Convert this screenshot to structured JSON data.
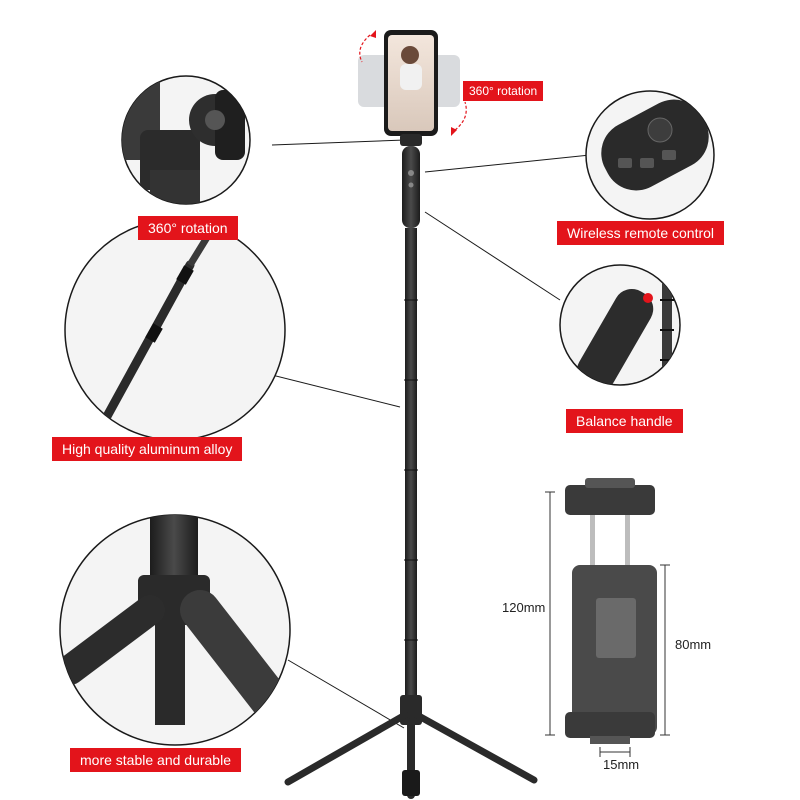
{
  "labels": {
    "rotation_top": "360° rotation",
    "rotation_left": "360° rotation",
    "remote": "Wireless remote control",
    "handle": "Balance handle",
    "alloy": "High quality aluminum alloy",
    "stable": "more stable and durable"
  },
  "dimensions": {
    "height_open": "120mm",
    "height_closed": "80mm",
    "depth": "15mm"
  },
  "colors": {
    "label_bg": "#e3141b",
    "product": "#2b2b2b",
    "leader_line": "#1a1a1a"
  }
}
